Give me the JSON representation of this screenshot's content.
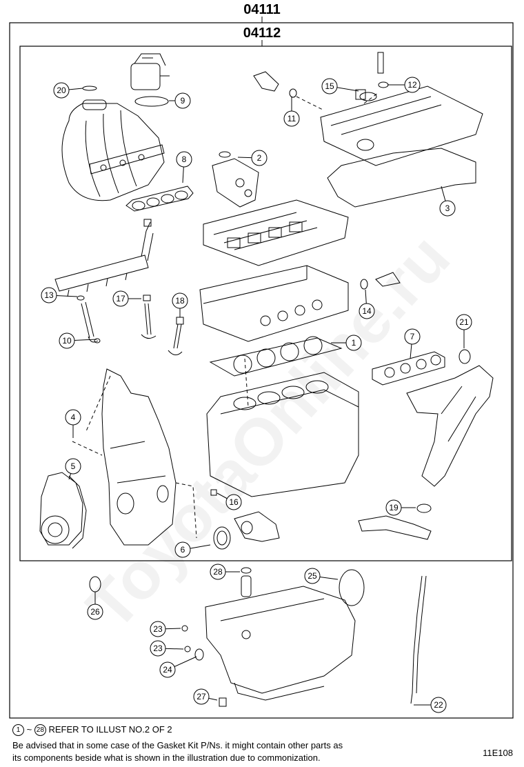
{
  "kit_outer": "04111",
  "kit_inner": "04112",
  "callouts": [
    {
      "num": "1"
    },
    {
      "num": "2"
    },
    {
      "num": "3"
    },
    {
      "num": "4"
    },
    {
      "num": "5"
    },
    {
      "num": "6"
    },
    {
      "num": "7"
    },
    {
      "num": "8"
    },
    {
      "num": "9"
    },
    {
      "num": "10"
    },
    {
      "num": "11"
    },
    {
      "num": "12"
    },
    {
      "num": "13"
    },
    {
      "num": "14"
    },
    {
      "num": "15"
    },
    {
      "num": "16"
    },
    {
      "num": "17"
    },
    {
      "num": "18"
    },
    {
      "num": "19"
    },
    {
      "num": "20"
    },
    {
      "num": "21"
    },
    {
      "num": "22"
    },
    {
      "num": "23"
    },
    {
      "num": "23"
    },
    {
      "num": "24"
    },
    {
      "num": "25"
    },
    {
      "num": "26"
    },
    {
      "num": "27"
    },
    {
      "num": "28"
    }
  ],
  "footer": {
    "range_from": "1",
    "range_sep": "~",
    "range_to": "28",
    "refer_text": "REFER TO ILLUST NO.2 OF 2",
    "note_line1": "Be advised that in some case of the Gasket Kit P/Ns.  it might contain other parts as",
    "note_line2": "its components beside what is shown in the illustration due to commonization."
  },
  "diagram_code": "11E108",
  "watermark": "ToyotaOnline.ru"
}
